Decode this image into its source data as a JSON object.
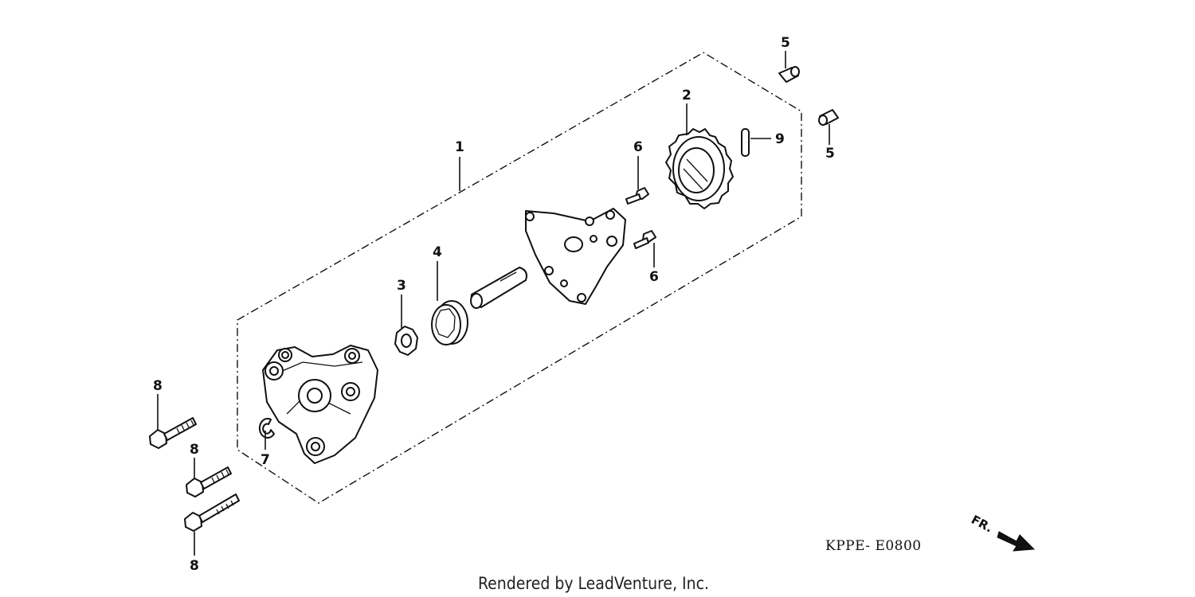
{
  "diagram": {
    "callouts": [
      "1",
      "2",
      "3",
      "4",
      "5",
      "5",
      "6",
      "6",
      "7",
      "8",
      "8",
      "8",
      "9"
    ],
    "diagram_code": "KPPE- E0800",
    "direction_label": "FR.",
    "credit": "Rendered by LeadVenture, Inc."
  }
}
